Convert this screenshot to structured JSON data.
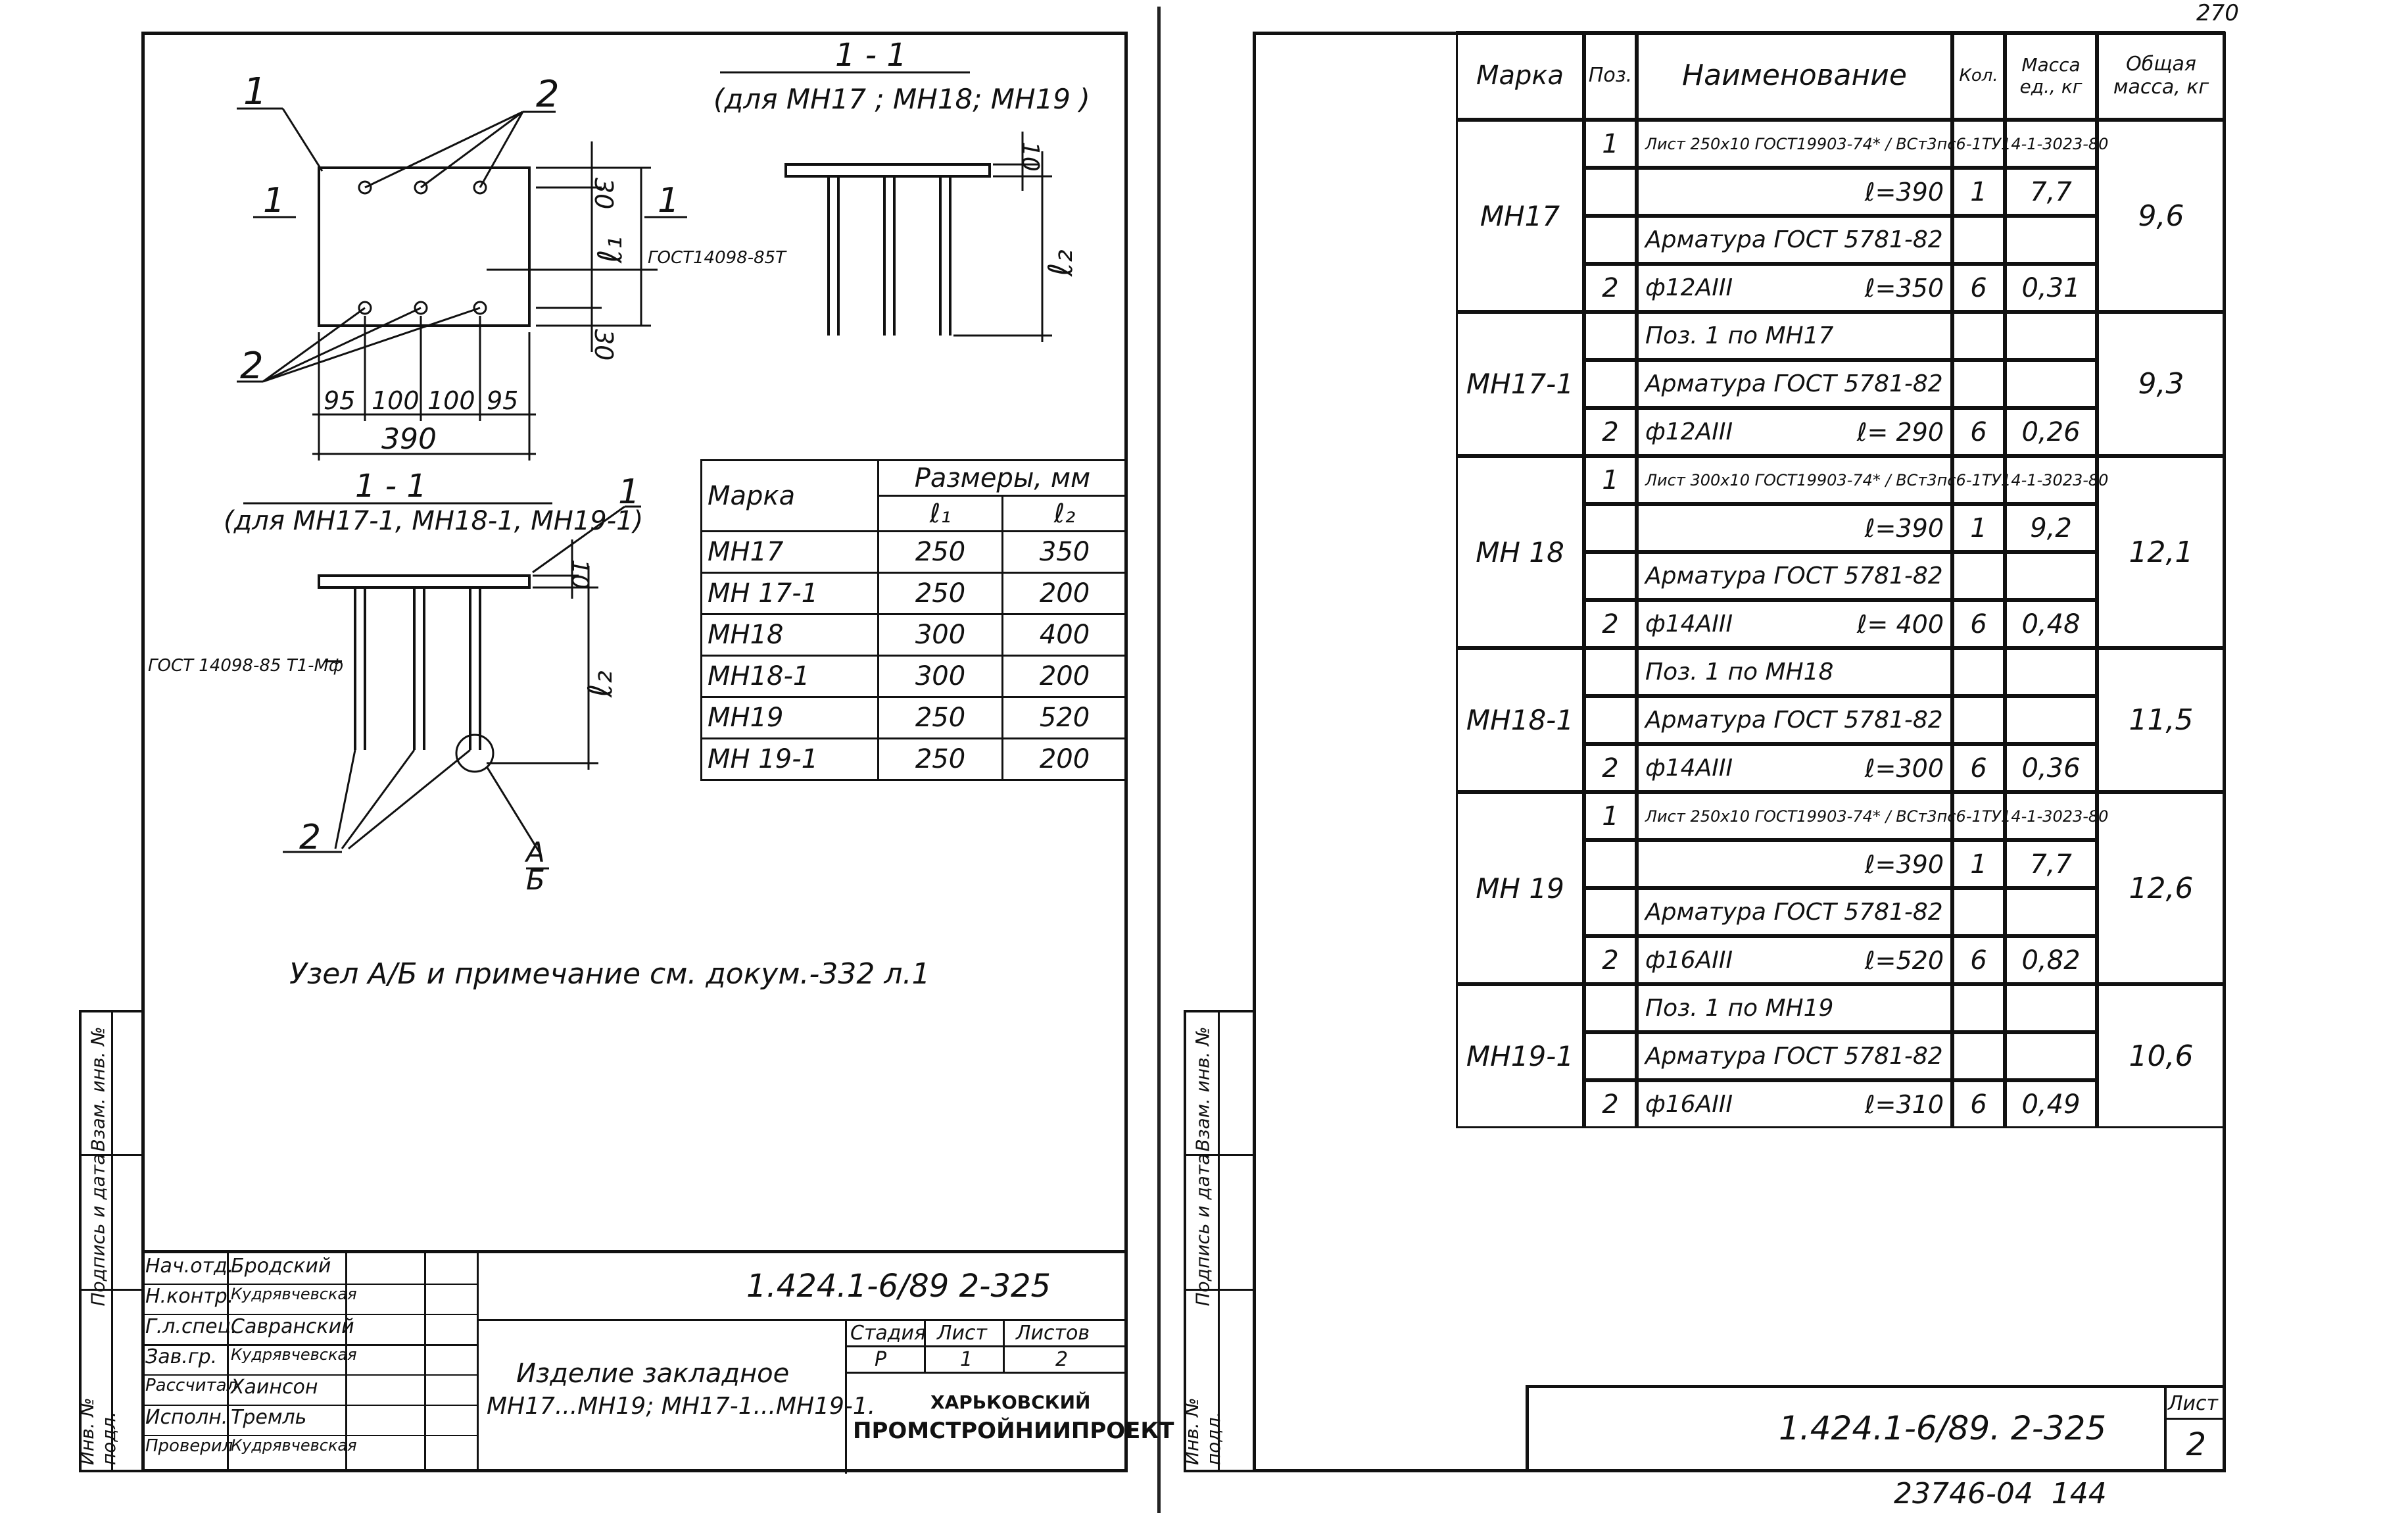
{
  "corner_number": "270",
  "bottom_inventory": "23746-04  144",
  "left_sheet": {
    "section_top": {
      "title": "1 - 1",
      "subtitle": "(для МН17 ; МН18; МН19 )"
    },
    "section_bottom": {
      "title": "1 - 1",
      "subtitle": "(для МН17-1, МН18-1, МН19-1)"
    },
    "plan_labels": {
      "pos1": "1",
      "pos2": "2",
      "section_mark": "1",
      "gost": "ГОСТ14098-85Т",
      "dim_30_top": "30",
      "dim_30_bottom": "30",
      "dim_l1": "ℓ₁",
      "dims_bottom": [
        "95",
        "100",
        "100",
        "95"
      ],
      "dim_total": "390"
    },
    "elev_labels": {
      "dim_10": "10",
      "dim_l2": "ℓ₂"
    },
    "elev2_labels": {
      "pos1": "1",
      "pos2": "2",
      "dim_10": "10",
      "dim_l2": "ℓ₂",
      "gost": "ГОСТ 14098-85 Т1-Мф",
      "node_top": "А",
      "node_bottom": "Б"
    },
    "dim_table": {
      "header_mark": "Марка",
      "header_sizes": "Размеры, мм",
      "header_l1": "ℓ₁",
      "header_l2": "ℓ₂",
      "rows": [
        {
          "mark": "МН17",
          "l1": "250",
          "l2": "350"
        },
        {
          "mark": "МН 17-1",
          "l1": "250",
          "l2": "200"
        },
        {
          "mark": "МН18",
          "l1": "300",
          "l2": "400"
        },
        {
          "mark": "МН18-1",
          "l1": "300",
          "l2": "200"
        },
        {
          "mark": "МН19",
          "l1": "250",
          "l2": "520"
        },
        {
          "mark": "МН 19-1",
          "l1": "250",
          "l2": "200"
        }
      ]
    },
    "note": "Узел А/Б и примечание см. докум.-332 л.1",
    "side_stamp": [
      "Инв. № подл.",
      "Подпись и дата",
      "Взам. инв. №"
    ],
    "title_block": {
      "doc_code": "1.424.1-6/89  2-325",
      "people": [
        {
          "role": "Нач.отд.",
          "name": "Бродский"
        },
        {
          "role": "Н.контр.",
          "name": "Кудрявчевская"
        },
        {
          "role": "Г.л.спец.",
          "name": "Савранский"
        },
        {
          "role": "Зав.гр.",
          "name": "Кудрявчевская"
        },
        {
          "role": "Рассчитал",
          "name": "Хаинсон"
        },
        {
          "role": "Исполн.",
          "name": "Тремль"
        },
        {
          "role": "Проверил",
          "name": "Кудрявчевская"
        }
      ],
      "item_title_1": "Изделие закладное",
      "item_title_2": "МН17...МН19; МН17-1...МН19-1.",
      "stage_header": "Стадия",
      "sheet_header": "Лист",
      "sheets_header": "Листов",
      "stage": "Р",
      "sheet": "1",
      "sheets": "2",
      "org_1": "ХАРЬКОВСКИЙ",
      "org_2": "ПРОМСТРОЙНИИПРОЕКТ"
    }
  },
  "right_sheet": {
    "headers": {
      "mark": "Марка",
      "pos": "Поз.",
      "name": "Наименование",
      "qty": "Кол.",
      "mass_unit": "Масса ед., кг",
      "mass_total": "Общая масса, кг"
    },
    "rows": [
      {
        "pos": "1",
        "name": "Лист  250х10 ГОСТ19903-74* / ВСт3пс6-1ТУ14-1-3023-80",
        "len": "",
        "qty": "",
        "mass": ""
      },
      {
        "pos": "",
        "name": "",
        "len": "ℓ=390",
        "qty": "1",
        "mass": "7,7"
      },
      {
        "pos": "",
        "name": "Арматура ГОСТ 5781-82",
        "len": "",
        "qty": "",
        "mass": ""
      },
      {
        "pos": "2",
        "name": "ф12АIII",
        "len": "ℓ=350",
        "qty": "6",
        "mass": "0,31"
      },
      {
        "pos": "",
        "name": "Поз. 1 по МН17",
        "len": "",
        "qty": "",
        "mass": ""
      },
      {
        "pos": "",
        "name": "Арматура ГОСТ 5781-82",
        "len": "",
        "qty": "",
        "mass": ""
      },
      {
        "pos": "2",
        "name": "ф12АIII",
        "len": "ℓ= 290",
        "qty": "6",
        "mass": "0,26"
      },
      {
        "pos": "1",
        "name": "Лист  300х10 ГОСТ19903-74* / ВСт3пс6-1ТУ14-1-3023-80",
        "len": "",
        "qty": "",
        "mass": ""
      },
      {
        "pos": "",
        "name": "",
        "len": "ℓ=390",
        "qty": "1",
        "mass": "9,2"
      },
      {
        "pos": "",
        "name": "Арматура ГОСТ 5781-82",
        "len": "",
        "qty": "",
        "mass": ""
      },
      {
        "pos": "2",
        "name": "ф14АIII",
        "len": "ℓ= 400",
        "qty": "6",
        "mass": "0,48"
      },
      {
        "pos": "",
        "name": "Поз. 1 по МН18",
        "len": "",
        "qty": "",
        "mass": ""
      },
      {
        "pos": "",
        "name": "Арматура ГОСТ 5781-82",
        "len": "",
        "qty": "",
        "mass": ""
      },
      {
        "pos": "2",
        "name": "ф14АIII",
        "len": "ℓ=300",
        "qty": "6",
        "mass": "0,36"
      },
      {
        "pos": "1",
        "name": "Лист  250х10 ГОСТ19903-74* / ВСт3пс6-1ТУ14-1-3023-80",
        "len": "",
        "qty": "",
        "mass": ""
      },
      {
        "pos": "",
        "name": "",
        "len": "ℓ=390",
        "qty": "1",
        "mass": "7,7"
      },
      {
        "pos": "",
        "name": "Арматура ГОСТ 5781-82",
        "len": "",
        "qty": "",
        "mass": ""
      },
      {
        "pos": "2",
        "name": "ф16АIII",
        "len": "ℓ=520",
        "qty": "6",
        "mass": "0,82"
      },
      {
        "pos": "",
        "name": "Поз. 1 по МН19",
        "len": "",
        "qty": "",
        "mass": ""
      },
      {
        "pos": "",
        "name": "Арматура ГОСТ 5781-82",
        "len": "",
        "qty": "",
        "mass": ""
      },
      {
        "pos": "2",
        "name": "ф16АIII",
        "len": "ℓ=310",
        "qty": "6",
        "mass": "0,49"
      }
    ],
    "marks": [
      {
        "mark": "МН17",
        "total": "9,6",
        "start": 0,
        "span": 4
      },
      {
        "mark": "МН17-1",
        "total": "9,3",
        "start": 4,
        "span": 3
      },
      {
        "mark": "МН 18",
        "total": "12,1",
        "start": 7,
        "span": 4
      },
      {
        "mark": "МН18-1",
        "total": "11,5",
        "start": 11,
        "span": 3
      },
      {
        "mark": "МН 19",
        "total": "12,6",
        "start": 14,
        "span": 4
      },
      {
        "mark": "МН19-1",
        "total": "10,6",
        "start": 18,
        "span": 3
      }
    ],
    "side_stamp": [
      "Инв. № подл.",
      "Подпись и дата",
      "Взам. инв. №"
    ],
    "doc_code": "1.424.1-6/89. 2-325",
    "sheet_label": "Лист",
    "sheet_no": "2"
  }
}
